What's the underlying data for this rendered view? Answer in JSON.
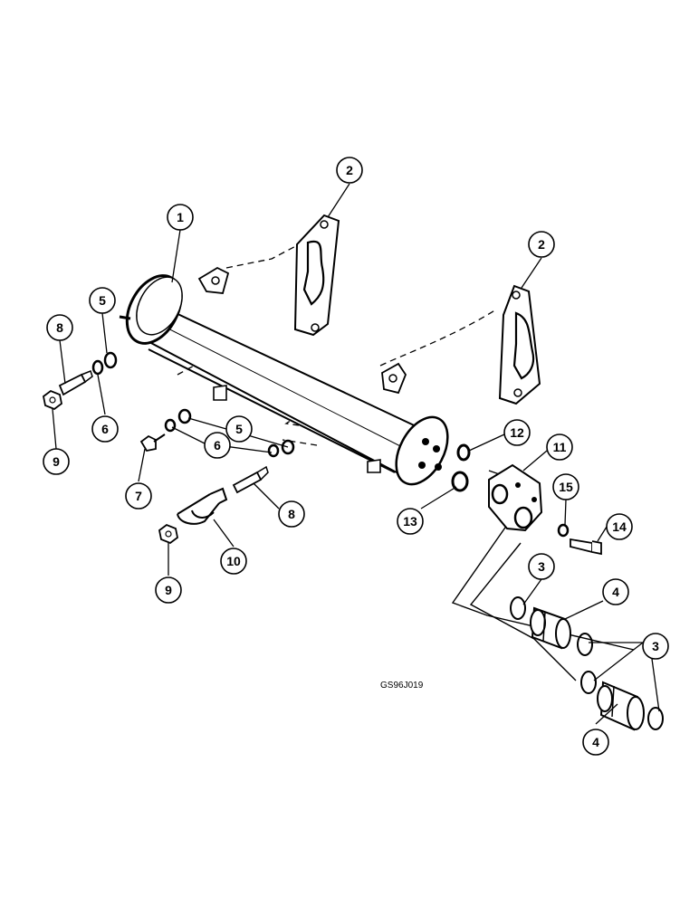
{
  "figure_ref": "GS96J019",
  "callouts": [
    {
      "id": "c1",
      "label": "1"
    },
    {
      "id": "c2a",
      "label": "2"
    },
    {
      "id": "c2b",
      "label": "2"
    },
    {
      "id": "c3a",
      "label": "3"
    },
    {
      "id": "c3b",
      "label": "3"
    },
    {
      "id": "c4a",
      "label": "4"
    },
    {
      "id": "c4b",
      "label": "4"
    },
    {
      "id": "c5a",
      "label": "5"
    },
    {
      "id": "c5b",
      "label": "5"
    },
    {
      "id": "c6a",
      "label": "6"
    },
    {
      "id": "c6b",
      "label": "6"
    },
    {
      "id": "c7",
      "label": "7"
    },
    {
      "id": "c8a",
      "label": "8"
    },
    {
      "id": "c8b",
      "label": "8"
    },
    {
      "id": "c9a",
      "label": "9"
    },
    {
      "id": "c9b",
      "label": "9"
    },
    {
      "id": "c10",
      "label": "10"
    },
    {
      "id": "c11",
      "label": "11"
    },
    {
      "id": "c12",
      "label": "12"
    },
    {
      "id": "c13",
      "label": "13"
    },
    {
      "id": "c14",
      "label": "14"
    },
    {
      "id": "c15",
      "label": "15"
    }
  ]
}
